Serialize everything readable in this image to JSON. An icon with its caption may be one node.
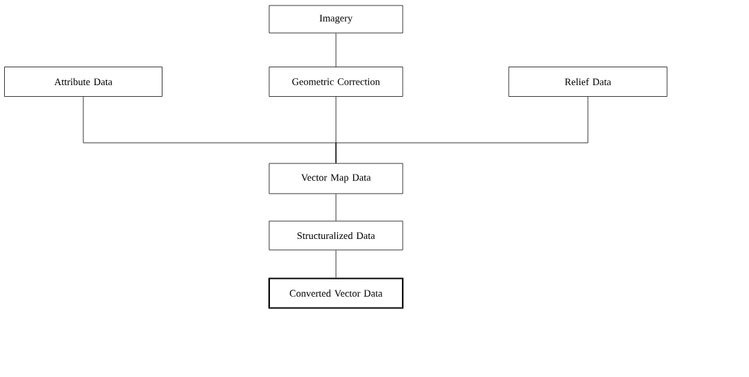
{
  "diagram": {
    "nodes": [
      {
        "text": [
          "Imagery"
        ]
      },
      {
        "text": [
          "Attribute Data"
        ]
      },
      {
        "text": [
          "Geometric Correction"
        ]
      },
      {
        "text": [
          "Relief Data"
        ]
      },
      {
        "text": [
          "Vector Map Data"
        ]
      },
      {
        "text": [
          "Structuralized Data"
        ]
      },
      {
        "text": [
          "Converted Vector Data"
        ]
      }
    ],
    "edges": [
      {
        "from": 0,
        "to": 2,
        "arrow": "none"
      },
      {
        "from": 1,
        "to": 4,
        "arrow": "none"
      },
      {
        "from": 2,
        "to": 4,
        "arrow": "none"
      },
      {
        "from": 3,
        "to": 4,
        "arrow": "none"
      },
      {
        "from": 4,
        "to": 5,
        "arrow": "none"
      },
      {
        "from": 5,
        "to": 6,
        "arrow": "none"
      }
    ]
  }
}
